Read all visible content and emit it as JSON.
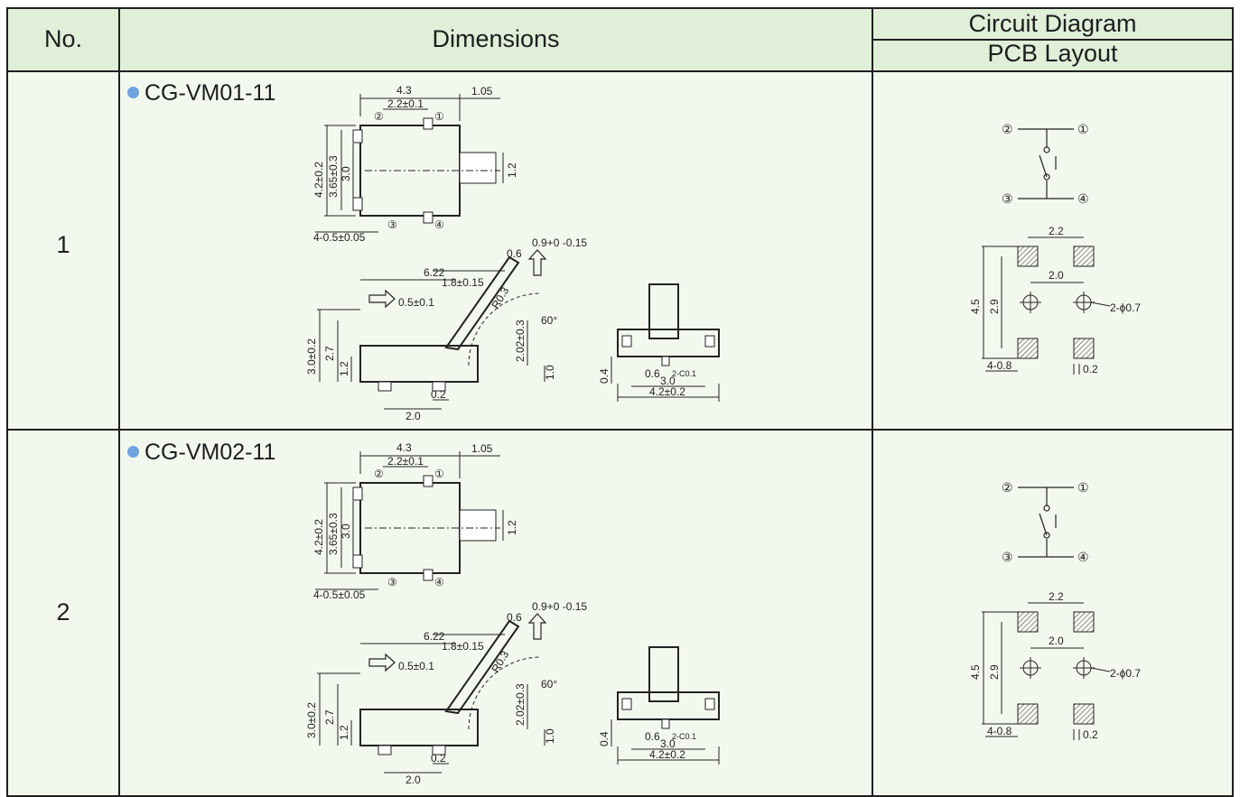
{
  "header": {
    "no_label": "No.",
    "dimensions_label": "Dimensions",
    "circuit_label": "Circuit Diagram",
    "pcb_label": "PCB Layout"
  },
  "rows": [
    {
      "number": "1",
      "model": "CG-VM01-11",
      "top_view": {
        "w": "4.3",
        "pitch": "2.2±0.1",
        "tab": "1.05",
        "h": "4.2±0.2",
        "h2": "3.65±0.3",
        "h3": "3.0",
        "lever_w": "1.2",
        "pad": "4-0.5±0.05"
      },
      "side_view": {
        "len": "6.22",
        "lev": "1.8±0.15",
        "travel": "0.5±0.1",
        "tip": "0.6",
        "tip_w": "0.9+0 -0.15",
        "radius": "R0.3",
        "angle": "60°",
        "height": "3.0±0.2",
        "h2": "2.7",
        "h3": "1.2",
        "lev_h": "2.02±0.3",
        "base": "1.0",
        "foot": "0.2",
        "foot_pitch": "2.0"
      },
      "front_view": {
        "t": "0.4",
        "w1": "0.6",
        "chamfer": "2-C0.1",
        "w2": "3.0",
        "w3": "4.2±0.2"
      },
      "pin_labels": [
        "①",
        "②",
        "③",
        "④"
      ],
      "pcb": {
        "pitch": "2.2",
        "hole_pitch": "2.0",
        "height": "4.5",
        "height2": "2.9",
        "hole": "2-ϕ0.7",
        "pad": "4-0.8",
        "gap": "0.2"
      }
    },
    {
      "number": "2",
      "model": "CG-VM02-11",
      "top_view": {
        "w": "4.3",
        "pitch": "2.2±0.1",
        "tab": "1.05",
        "h": "4.2±0.2",
        "h2": "3.65±0.3",
        "h3": "3.0",
        "lever_w": "1.2",
        "pad": "4-0.5±0.05"
      },
      "side_view": {
        "len": "6.22",
        "lev": "1.8±0.15",
        "travel": "0.5±0.1",
        "tip": "0.6",
        "tip_w": "0.9+0 -0.15",
        "radius": "R0.3",
        "angle": "60°",
        "height": "3.0±0.2",
        "h2": "2.7",
        "h3": "1.2",
        "lev_h": "2.02±0.3",
        "base": "1.0",
        "foot": "0.2",
        "foot_pitch": "2.0"
      },
      "front_view": {
        "t": "0.4",
        "w1": "0.6",
        "chamfer": "2-C0.1",
        "w2": "3.0",
        "w3": "4.2±0.2"
      },
      "pin_labels": [
        "①",
        "②",
        "③",
        "④"
      ],
      "pcb": {
        "pitch": "2.2",
        "hole_pitch": "2.0",
        "height": "4.5",
        "height2": "2.9",
        "hole": "2-ϕ0.7",
        "pad": "4-0.8",
        "gap": "0.2"
      }
    }
  ]
}
